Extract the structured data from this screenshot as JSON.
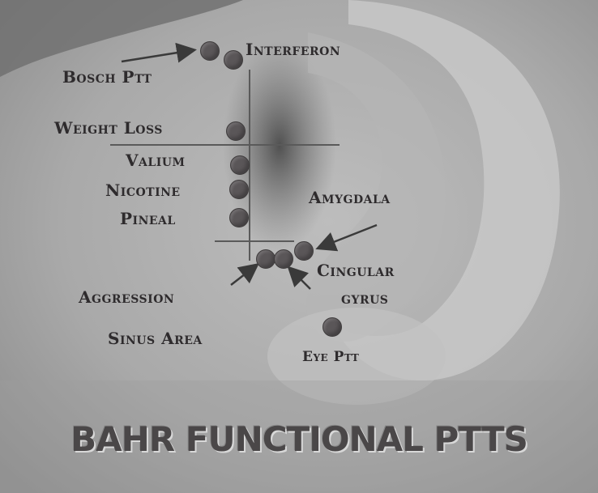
{
  "title": "BAHR FUNCTIONAL PTTS",
  "labels": {
    "bosch": "Bosch Ptt",
    "interferon": "Interferon",
    "weight_loss": "Weight Loss",
    "valium": "Valium",
    "nicotine": "Nicotine",
    "pineal": "Pineal",
    "amygdala": "Amygdala",
    "aggression": "Aggression",
    "cingular_line1": "Cingular",
    "cingular_line2": "gyrus",
    "sinus_area": "Sinus Area",
    "eye_ptt": "Eye Ptt"
  },
  "colors": {
    "point": "#5a5658",
    "label_text": "#2e2b2d",
    "title_text": "#4a4748",
    "guide_line": "#5a5a5a"
  }
}
